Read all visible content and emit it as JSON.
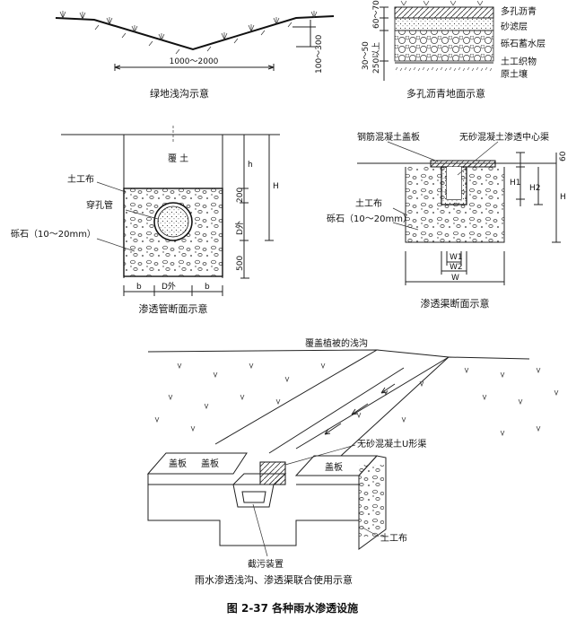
{
  "diagram1": {
    "caption": "绿地浅沟示意",
    "width_dim": "1000～2000",
    "depth_dim": "100～300"
  },
  "diagram2": {
    "caption": "多孔沥青地面示意",
    "layers": [
      "多孔沥青",
      "砂滤层",
      "砾石蓄水层",
      "土工织物",
      "原土壤"
    ],
    "dims": [
      "60～70",
      "30～50",
      "250以上"
    ]
  },
  "diagram3": {
    "caption": "渗透管断面示意",
    "labels": {
      "cover_soil": "覆 土",
      "geotextile": "土工布",
      "perforated_pipe": "穿孔管",
      "gravel": "砾石（10～20mm）"
    },
    "dims": {
      "h": "h",
      "d200": "200",
      "dn": "D外",
      "d500": "500",
      "H": "H",
      "b_left": "b",
      "dn_bottom": "D外",
      "b_right": "b"
    }
  },
  "diagram4": {
    "caption": "渗透渠断面示意",
    "labels": {
      "rc_cover": "钢筋混凝土盖板",
      "center_channel": "无砂混凝土渗透中心渠",
      "geotextile": "土工布",
      "gravel": "砾石（10～20mm）"
    },
    "dims": {
      "d60": "60",
      "H1": "H1",
      "H2": "H2",
      "H": "H",
      "W1": "W1",
      "W2": "W2",
      "W": "W"
    }
  },
  "diagram5": {
    "caption": "雨水渗透浅沟、渗透渠联合使用示意",
    "labels": {
      "vegetated_swale": "覆盖植被的浅沟",
      "u_channel": "无砂混凝土U形渠",
      "cover1": "盖板",
      "cover2": "盖板",
      "cover3": "盖板",
      "geotextile": "土工布",
      "trap": "截污装置"
    }
  },
  "figure_title": "图 2-37    各种雨水渗透设施",
  "colors": {
    "line": "#222222",
    "background": "#ffffff"
  }
}
